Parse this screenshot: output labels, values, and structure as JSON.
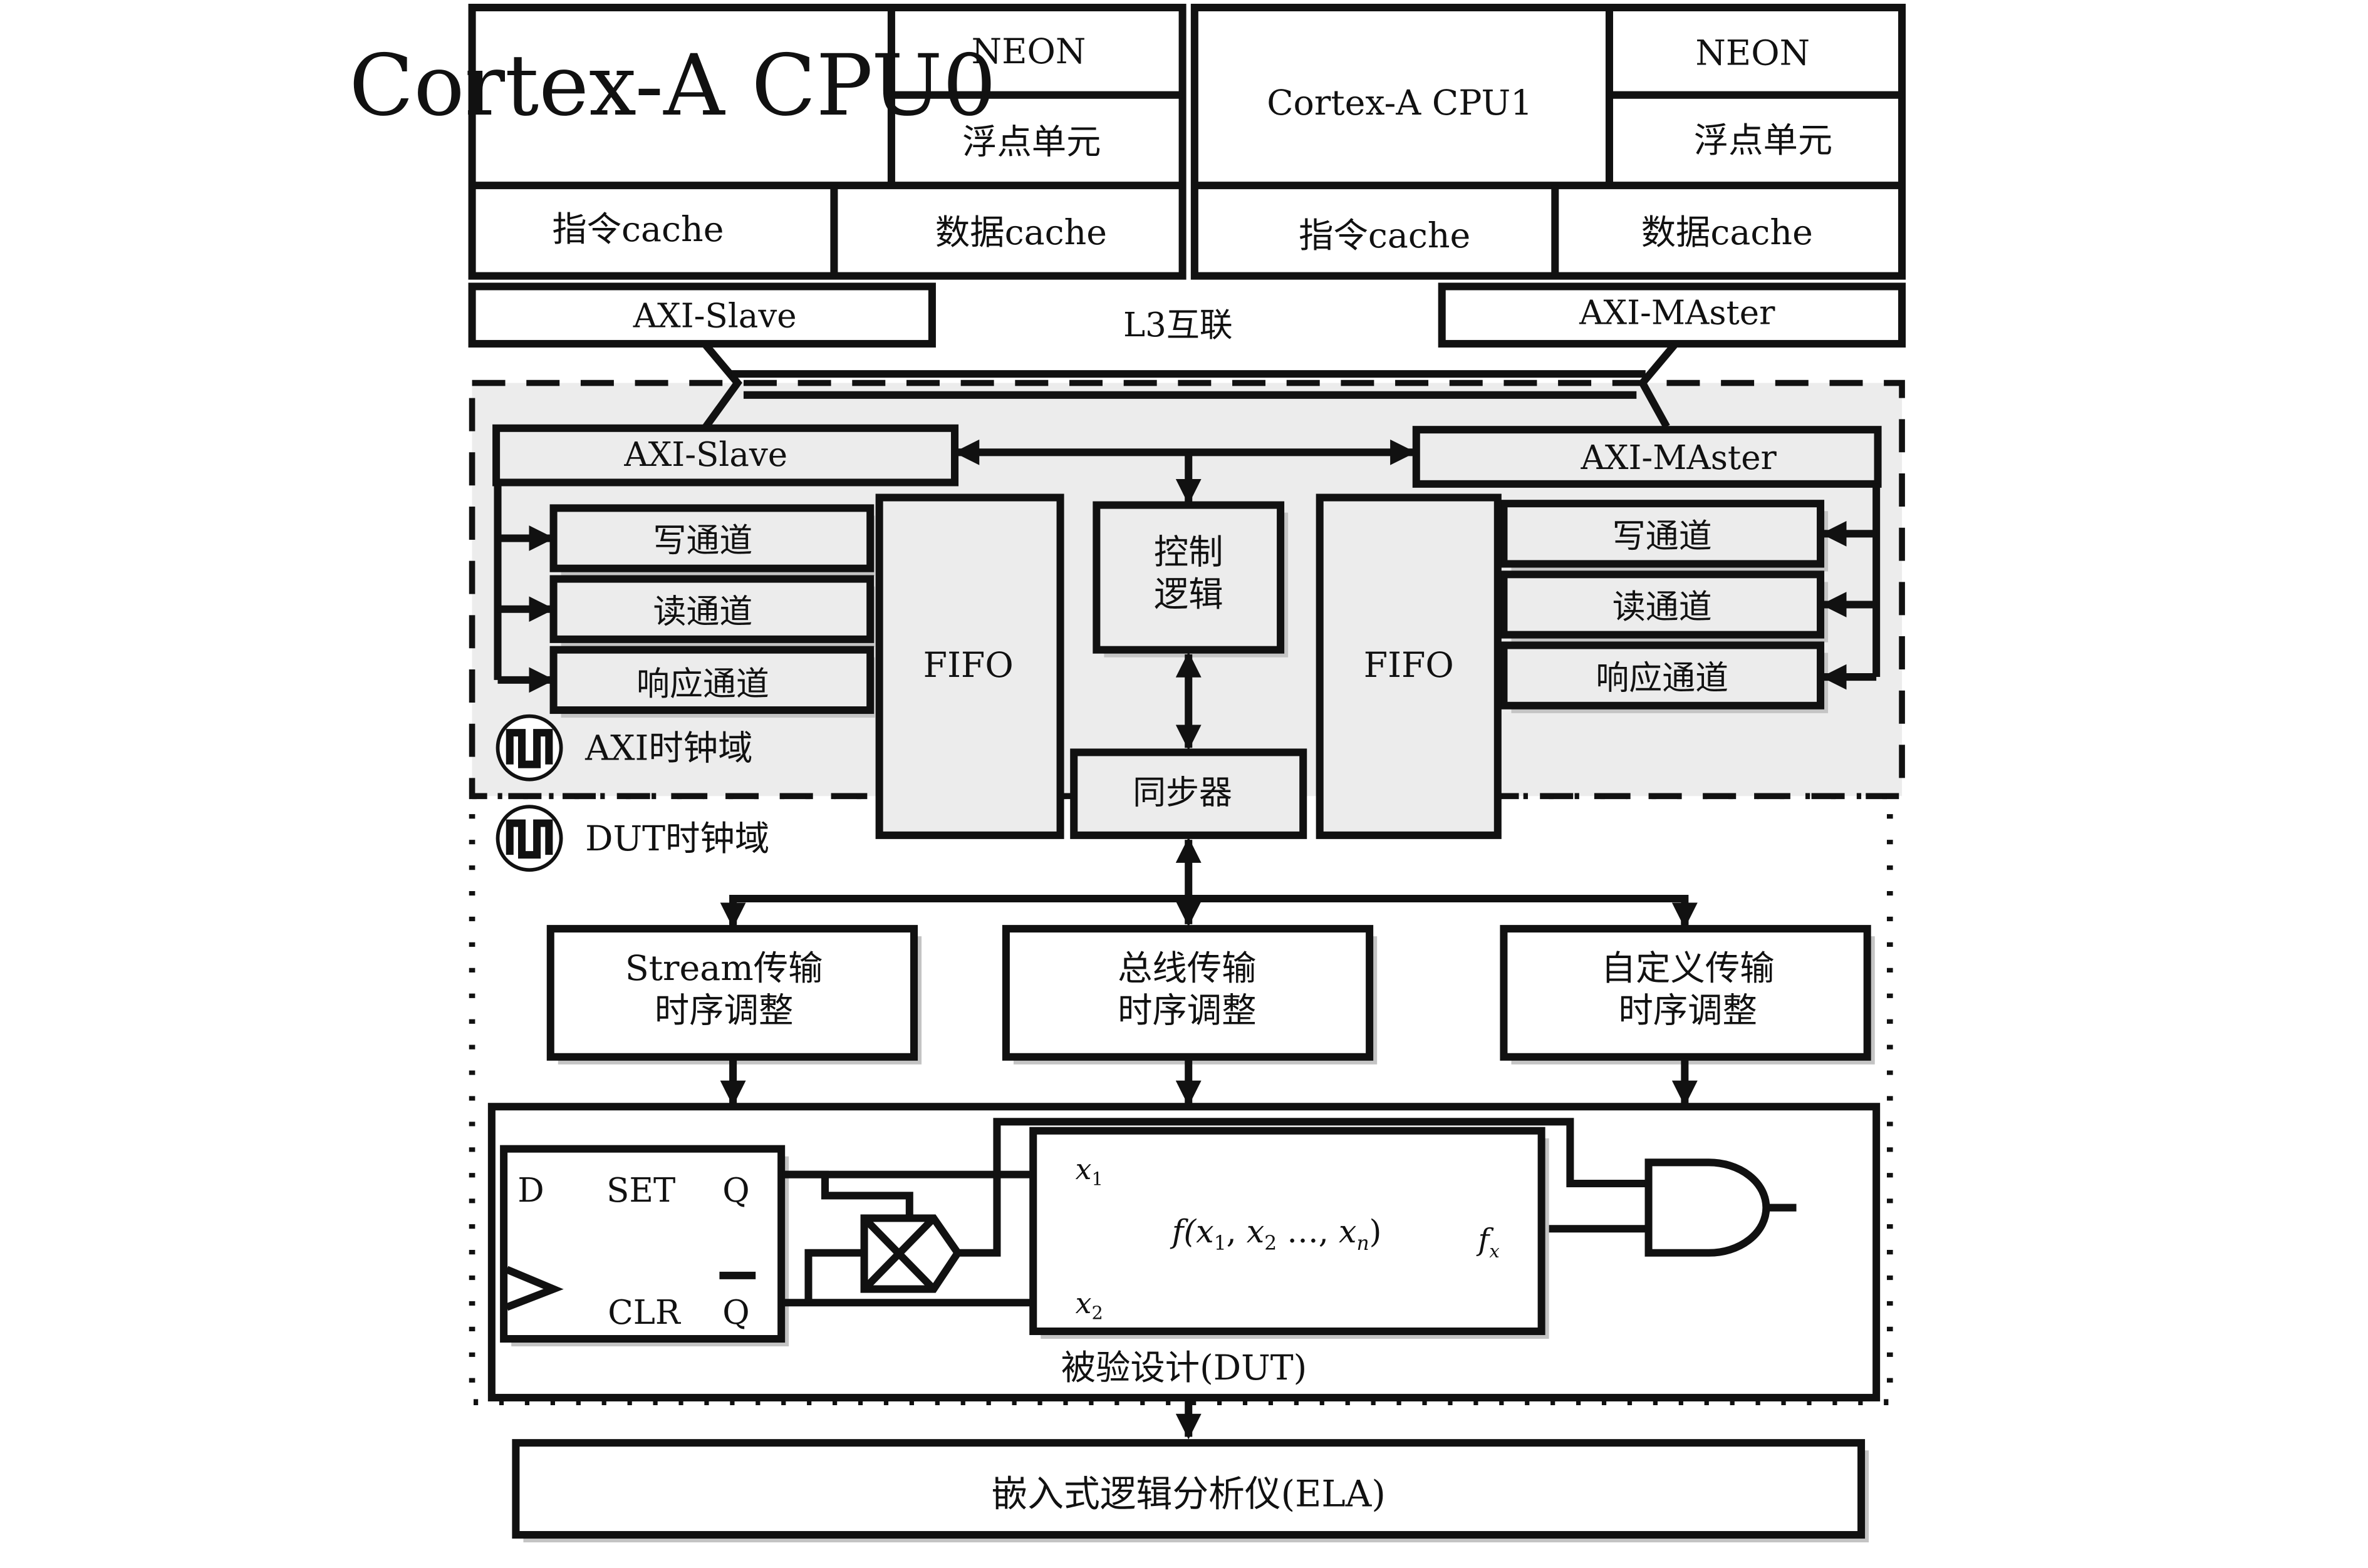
{
  "cpu0": {
    "name": "Cortex-A CPU0",
    "neon": "NEON",
    "fpu": "浮点单元",
    "icache": "指令cache",
    "dcache": "数据cache"
  },
  "cpu1": {
    "name": "Cortex-A CPU1",
    "neon": "NEON",
    "fpu": "浮点单元",
    "icache": "指令cache",
    "dcache": "数据cache"
  },
  "interconnect": {
    "slave": "AXI-Slave",
    "master": "AXI-MAster",
    "label": "L3互联"
  },
  "axi_domain": {
    "slave": "AXI-Slave",
    "master": "AXI-MAster",
    "left_channels": [
      "写通道",
      "读通道",
      "响应通道"
    ],
    "right_channels": [
      "写通道",
      "读通道",
      "响应通道"
    ],
    "fifo_left": "FIFO",
    "fifo_right": "FIFO",
    "control_line1": "控制",
    "control_line2": "逻辑",
    "sync": "同步器",
    "clock_label": "AXI时钟域"
  },
  "dut_domain": {
    "clock_label": "DUT时钟域",
    "adjusters": [
      {
        "line1": "Stream传输",
        "line2": "时序调整"
      },
      {
        "line1": "总线传输",
        "line2": "时序调整"
      },
      {
        "line1": "自定义传输",
        "line2": "时序调整"
      }
    ],
    "dut_label": "被验设计(DUT)",
    "flipflop": {
      "d": "D",
      "set": "SET",
      "q": "Q",
      "clr": "CLR",
      "qbar": "Q"
    },
    "function": {
      "x1": "x",
      "x1_sub": "1",
      "x2": "x",
      "x2_sub": "2",
      "expr_f": "f(",
      "expr_x": "x",
      "expr_sep1": ", ",
      "expr_sep2": " …, ",
      "expr_close": ")",
      "sub1": "1",
      "sub2": "2",
      "subn": "n",
      "out": "f",
      "out_sub": "x"
    }
  },
  "ela": "嵌入式逻辑分析仪(ELA)"
}
